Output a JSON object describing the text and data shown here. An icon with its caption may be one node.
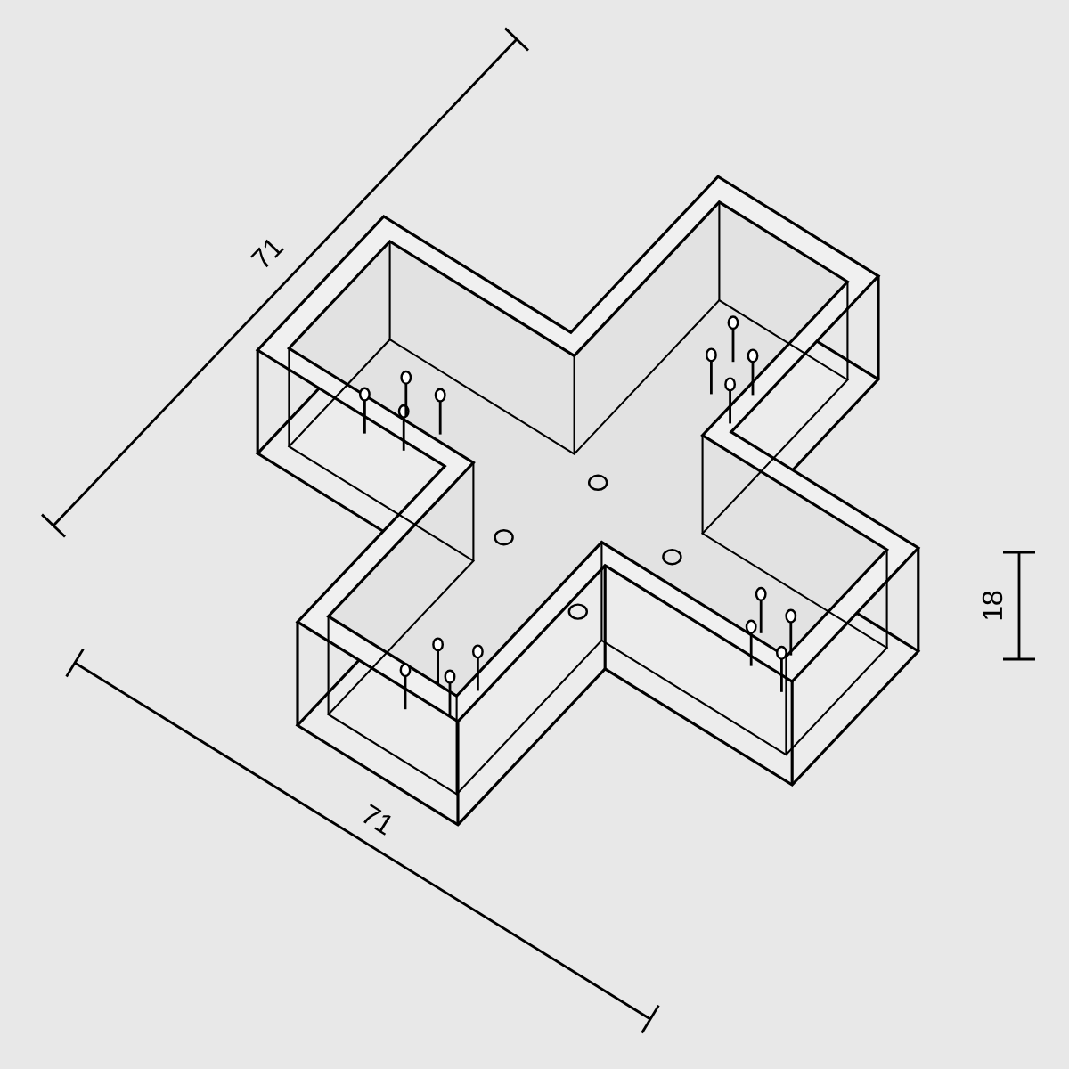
{
  "diagram": {
    "labels": [
      "71",
      "71",
      "18"
    ]
  }
}
